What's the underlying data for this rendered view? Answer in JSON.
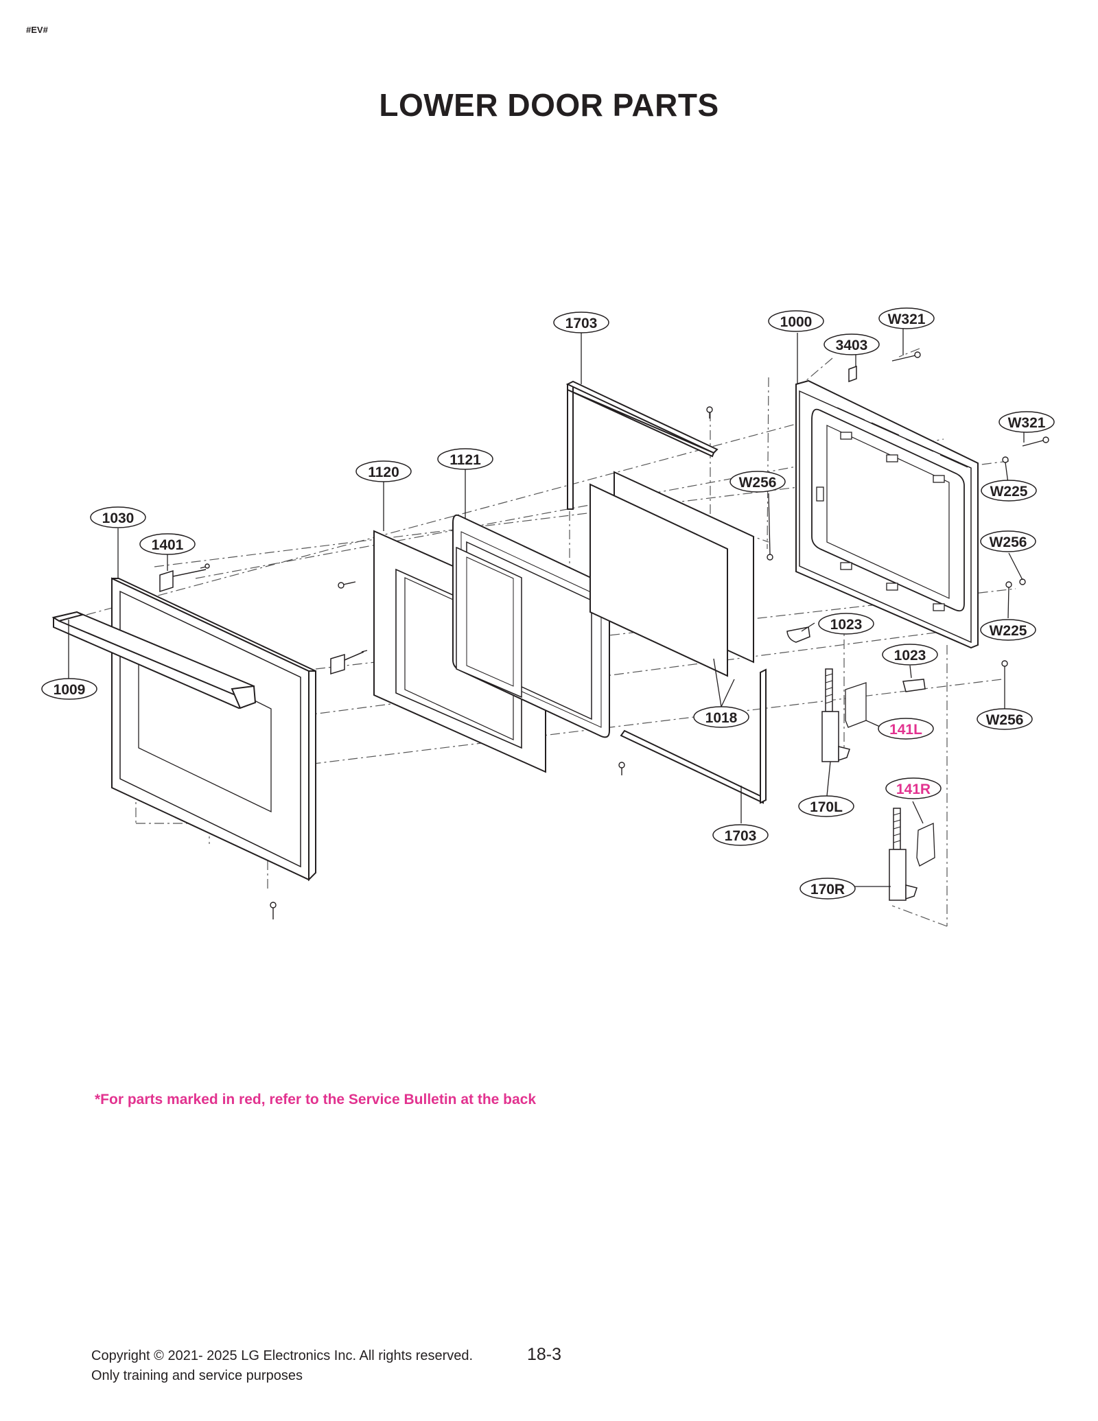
{
  "header": {
    "code": "#EV#",
    "title": "LOWER DOOR PARTS"
  },
  "parts": {
    "p1703_top": "1703",
    "p1000": "1000",
    "p3403": "3403",
    "pW321_top": "W321",
    "pW321_right": "W321",
    "pW225_top": "W225",
    "pW256_mid": "W256",
    "pW256_right": "W256",
    "pW225_bottom": "W225",
    "pW256_bottom": "W256",
    "p1120": "1120",
    "p1121": "1121",
    "p1030": "1030",
    "p1401": "1401",
    "p1009": "1009",
    "p1023_a": "1023",
    "p1023_b": "1023",
    "p141L": "141L",
    "p141R": "141R",
    "p1018": "1018",
    "p170L": "170L",
    "p170R": "170R",
    "p1703_bottom": "1703"
  },
  "colors": {
    "highlight": "#e2328f",
    "ink": "#231f20"
  },
  "footer": {
    "note": "*For parts marked in red, refer to the Service Bulletin at the back",
    "copyright": "Copyright © 2021- 2025 LG Electronics Inc. All rights reserved.",
    "purpose": "Only training and service purposes",
    "page": "18-3"
  }
}
